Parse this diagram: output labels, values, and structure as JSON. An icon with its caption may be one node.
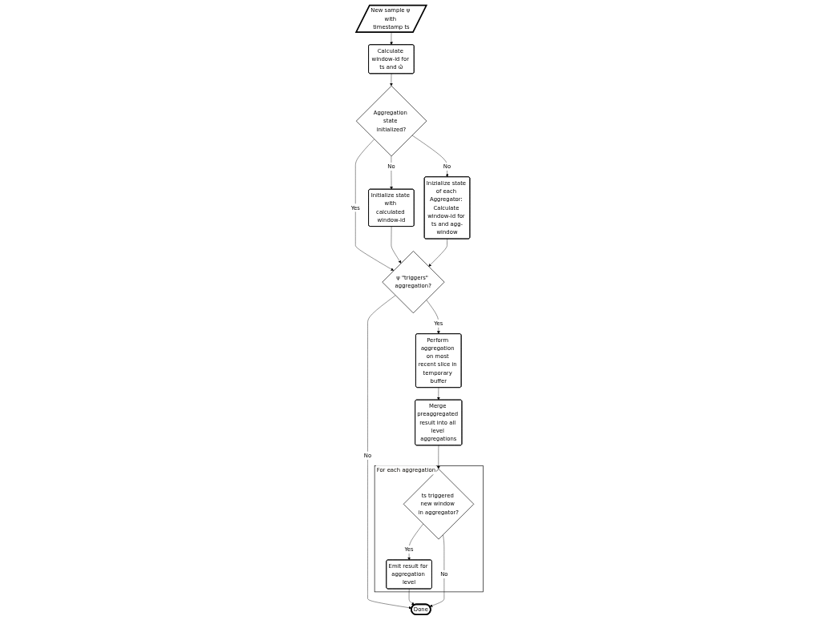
{
  "diagram": {
    "nodes": [
      {
        "text": [
          "New sample ψ with timestamp ts"
        ]
      },
      {
        "text": [
          "Calculate window-id for ts and ω̂"
        ]
      },
      {
        "text": [
          "Aggregation state initialized?"
        ]
      },
      {
        "text": [
          "Initialize state with calculated window-id"
        ]
      },
      {
        "text": [
          "Inizialize state of each Aggregator: Calculate window-id for ts and agg-window"
        ]
      },
      {
        "text": [
          "ψ \"triggers\" aggregation?"
        ]
      },
      {
        "text": [
          "Perform aggregation on most recent slice in temporary buffer"
        ]
      },
      {
        "text": [
          "Merge preaggregated result into all level aggregations"
        ]
      },
      {
        "text": [
          "For each aggregation"
        ]
      },
      {
        "text": [
          "ts triggered new window in aggregator?"
        ],
        "in": 8
      },
      {
        "text": [
          "Emit result for aggregation level"
        ],
        "in": 8
      },
      {
        "text": [
          "Done"
        ]
      }
    ],
    "edges": [
      {
        "from": 0,
        "to": 1,
        "arrow": "to"
      },
      {
        "from": 1,
        "to": 2,
        "arrow": "to"
      },
      {
        "from": 2,
        "to": 3,
        "arrow": "to",
        "label": "No"
      },
      {
        "from": 2,
        "to": 4,
        "arrow": "to",
        "label": "No"
      },
      {
        "from": 2,
        "to": 5,
        "arrow": "to",
        "label": "Yes"
      },
      {
        "from": 3,
        "to": 5,
        "arrow": "to"
      },
      {
        "from": 4,
        "to": 5,
        "arrow": "to"
      },
      {
        "from": 5,
        "to": 6,
        "arrow": "to",
        "label": "Yes"
      },
      {
        "from": 6,
        "to": 7,
        "arrow": "to"
      },
      {
        "from": 7,
        "to": 9,
        "arrow": "to"
      },
      {
        "from": 5,
        "to": 11,
        "arrow": "to",
        "label": "No"
      },
      {
        "from": 9,
        "to": 10,
        "arrow": "to",
        "label": "Yes"
      },
      {
        "from": 10,
        "to": 11,
        "arrow": "to"
      },
      {
        "from": 9,
        "to": 11,
        "arrow": "to",
        "label": "No"
      }
    ]
  }
}
